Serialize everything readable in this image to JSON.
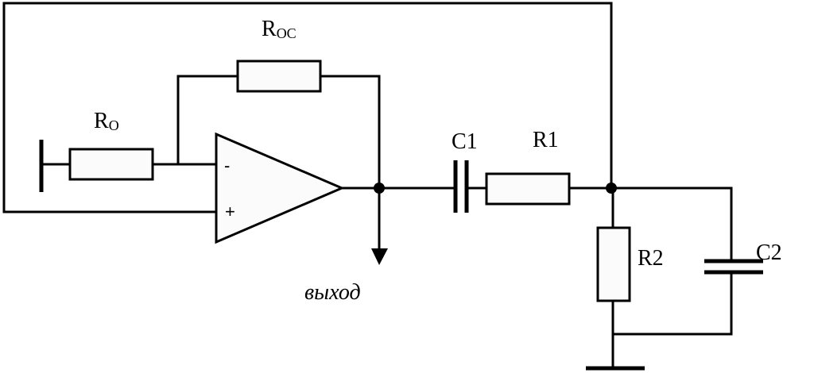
{
  "components": {
    "r_oc": {
      "label_main": "R",
      "label_sub": "OC"
    },
    "r_o": {
      "label_main": "R",
      "label_sub": "O"
    },
    "c1": {
      "label": "C1"
    },
    "r1": {
      "label": "R1"
    },
    "r2": {
      "label": "R2"
    },
    "c2": {
      "label": "C2"
    }
  },
  "opamp": {
    "minus_label": "-",
    "plus_label": "+"
  },
  "output": {
    "label": "выход"
  }
}
